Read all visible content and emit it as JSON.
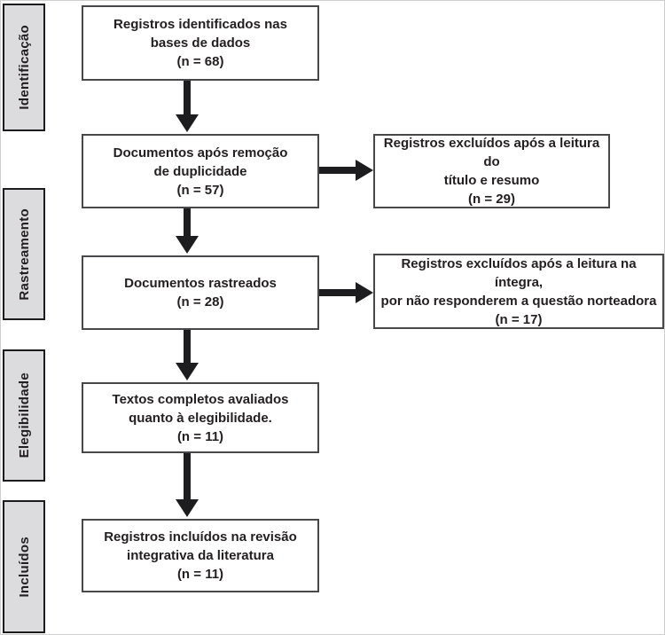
{
  "diagram": {
    "type": "prisma-flowchart",
    "language": "pt-BR",
    "stages": [
      {
        "label": "Identificação"
      },
      {
        "label": "Rastreamento"
      },
      {
        "label": "Elegibilidade"
      },
      {
        "label": "Incluídos"
      }
    ],
    "main_boxes": [
      {
        "text": "Registros identificados nas\nbases de dados\n(n = 68)",
        "n": 68
      },
      {
        "text": "Documentos após remoção\nde duplicidade\n(n = 57)",
        "n": 57
      },
      {
        "text": "Documentos rastreados\n(n = 28)",
        "n": 28
      },
      {
        "text": "Textos completos avaliados\nquanto à elegibilidade.\n(n = 11)",
        "n": 11
      },
      {
        "text": "Registros incluídos na revisão\nintegrativa da literatura\n(n = 11)",
        "n": 11
      }
    ],
    "side_boxes": [
      {
        "text": "Registros excluídos após a leitura do\ntítulo e resumo\n(n = 29)",
        "n": 29
      },
      {
        "text": "Registros excluídos após a leitura na íntegra,\npor não responderem a questão norteadora\n(n = 17)",
        "n": 17
      }
    ],
    "colors": {
      "box_border": "#48484a",
      "stage_fill": "#dcdcde",
      "stage_border": "#1c1c1e",
      "arrow": "#1d1d1f",
      "text": "#231f20",
      "background": "#ffffff"
    }
  }
}
